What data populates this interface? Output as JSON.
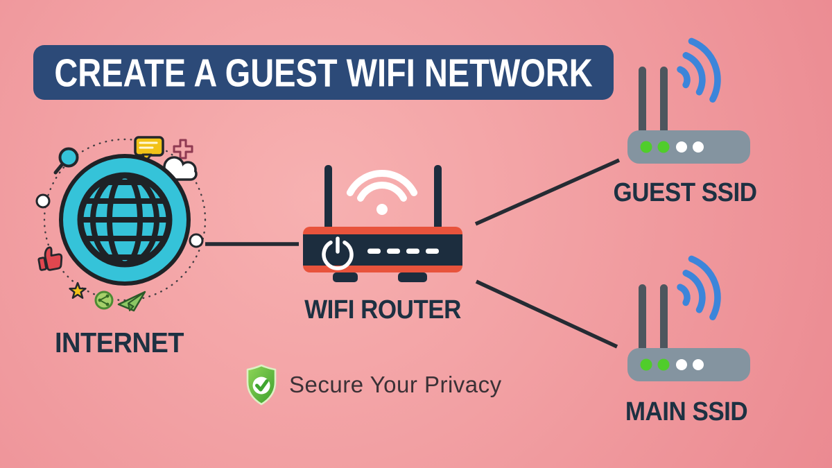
{
  "banner": {
    "title": "CREATE A GUEST WIFI NETWORK"
  },
  "nodes": {
    "internet": {
      "label": "INTERNET",
      "type": "globe"
    },
    "router": {
      "label": "WIFI ROUTER",
      "type": "wifi-router"
    },
    "guest_ap": {
      "label": "GUEST SSID",
      "type": "access-point",
      "led_states": [
        "green",
        "green",
        "white",
        "white"
      ]
    },
    "main_ap": {
      "label": "MAIN SSID",
      "type": "access-point",
      "led_states": [
        "green",
        "green",
        "white",
        "white"
      ]
    }
  },
  "connections": [
    {
      "from": "INTERNET",
      "to": "WIFI ROUTER"
    },
    {
      "from": "WIFI ROUTER",
      "to": "GUEST SSID"
    },
    {
      "from": "WIFI ROUTER",
      "to": "MAIN SSID"
    }
  ],
  "tagline": {
    "text": "Secure Your Privacy",
    "icon": "shield-check-icon"
  },
  "colors": {
    "background_center": "#f7b1b1",
    "background_edge": "#eb8a91",
    "banner_bg": "#2c4a78",
    "banner_text": "#ffffff",
    "label_text": "#1d3142",
    "globe_teal": "#35c3d9",
    "outline_dark": "#1e2226",
    "router_red": "#e8533c",
    "router_navy": "#1c2d3e",
    "ap_gray": "#8494a0",
    "ap_antenna": "#4d565e",
    "wifi_blue": "#3c85da",
    "led_green": "#50cd2b",
    "shield_green": "#4fae37",
    "connection_line": "#252b33",
    "tagline_text": "#3b3136"
  }
}
